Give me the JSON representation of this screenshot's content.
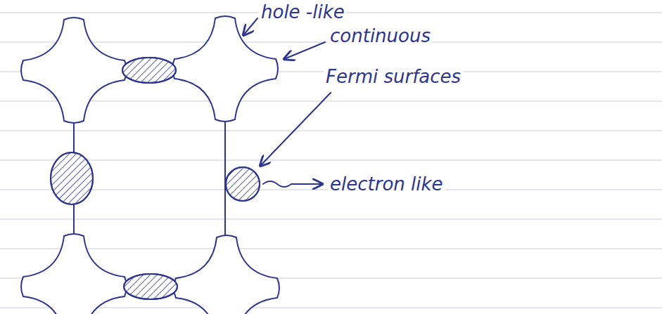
{
  "diagram": {
    "labels": [
      "hole -like",
      "continuous",
      "Fermi surfaces",
      "electron like"
    ]
  }
}
